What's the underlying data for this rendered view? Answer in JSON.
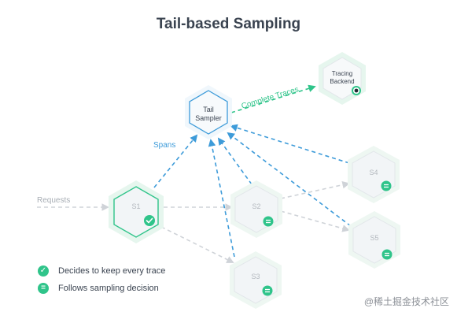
{
  "title": "Tail-based Sampling",
  "nodes": {
    "tail_sampler": {
      "label_line1": "Tail",
      "label_line2": "Sampler"
    },
    "tracing_backend": {
      "label_line1": "Tracing",
      "label_line2": "Backend"
    },
    "s1": {
      "label": "S1",
      "badge": "keep"
    },
    "s2": {
      "label": "S2",
      "badge": "follow"
    },
    "s3": {
      "label": "S3",
      "badge": "follow"
    },
    "s4": {
      "label": "S4",
      "badge": "follow"
    },
    "s5": {
      "label": "S5",
      "badge": "follow"
    }
  },
  "edge_labels": {
    "requests": "Requests",
    "spans": "Spans",
    "complete_traces": "Complete Traces"
  },
  "legend": [
    {
      "icon": "check-icon",
      "label": "Decides to keep every trace"
    },
    {
      "icon": "equals-icon",
      "label": "Follows sampling decision"
    }
  ],
  "colors": {
    "blue": "#3d9bd9",
    "green": "#2fc48a",
    "gray_line": "#cfd3d8",
    "hex_fill": "#f2f5f7",
    "hex_halo": "#e6f6ee",
    "text_dark": "#3a4350",
    "text_gray": "#a7adb4"
  },
  "watermark": "@稀土掘金技术社区"
}
